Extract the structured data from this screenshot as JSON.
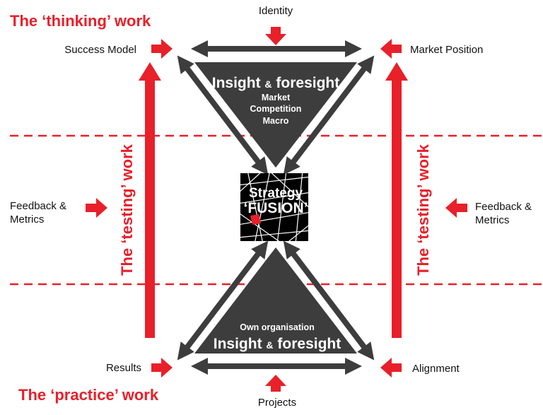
{
  "colors": {
    "accent_red": "#e8202a",
    "dark_grey": "#3d3d3d",
    "black": "#000000",
    "title_red": "#e8202a"
  },
  "titles": {
    "thinking": "The ‘thinking’ work",
    "practice": "The ‘practice’ work",
    "testing_left": "The ‘testing’ work",
    "testing_right": "The ‘testing’ work"
  },
  "labels": {
    "identity": "Identity",
    "success_model": "Success Model",
    "market_position": "Market Position",
    "feedback_left_line1": "Feedback &",
    "feedback_left_line2": "Metrics",
    "feedback_right_line1": "Feedback &",
    "feedback_right_line2": "Metrics",
    "results": "Results",
    "alignment": "Alignment",
    "projects": "Projects"
  },
  "top_triangle": {
    "heading_a": "Insight",
    "heading_amp": "&",
    "heading_b": "foresight",
    "items": [
      "Market",
      "Competition",
      "Macro"
    ]
  },
  "bottom_triangle": {
    "subheading": "Own organisation",
    "heading_a": "Insight",
    "heading_amp": "&",
    "heading_b": "foresight"
  },
  "center": {
    "line1": "Strategy",
    "line2": "‘FUSION’"
  }
}
